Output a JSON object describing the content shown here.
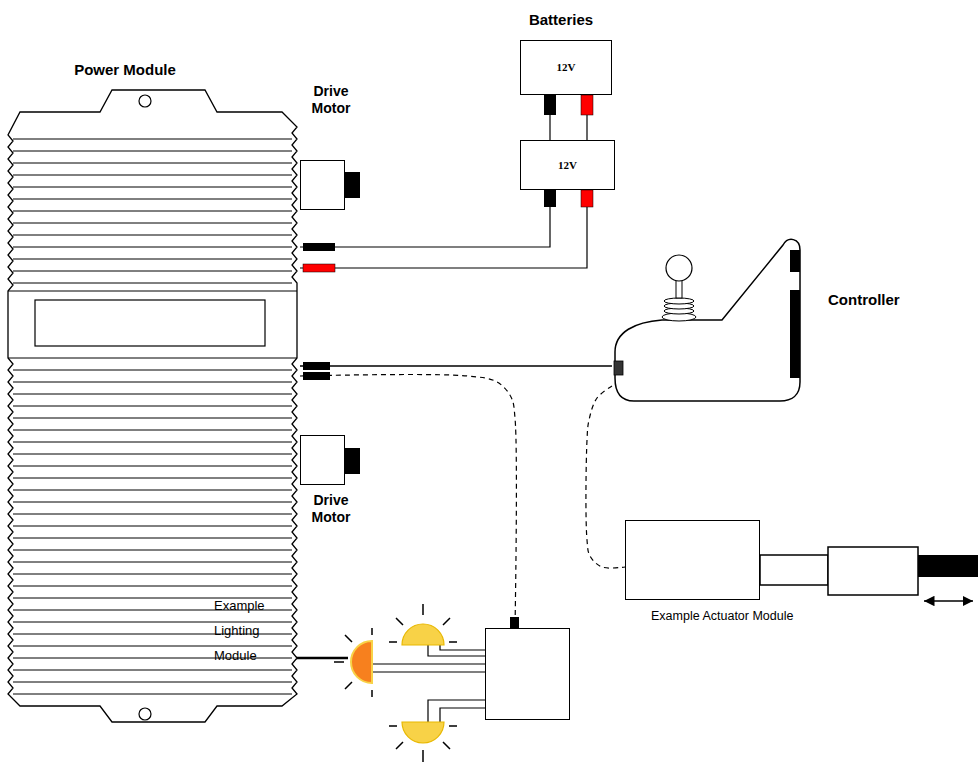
{
  "diagram": {
    "nodes": [
      {
        "text": [
          "Power Module"
        ]
      },
      {
        "text": [
          "Drive Motor"
        ]
      },
      {
        "text": [
          "12V"
        ]
      },
      {
        "text": [
          "12V"
        ]
      },
      {
        "text": [
          "Controller"
        ]
      },
      {
        "text": [
          "Drive Motor"
        ]
      },
      {
        "text": [
          "Example Actuator Module"
        ]
      },
      {
        "text": [
          "Example Lighting Module"
        ]
      }
    ],
    "edges": [
      {
        "from": 2,
        "to": 3,
        "arrow": "none"
      },
      {
        "from": 2,
        "to": 3,
        "arrow": "none"
      },
      {
        "from": 0,
        "to": 3,
        "arrow": "none"
      },
      {
        "from": 0,
        "to": 3,
        "arrow": "none"
      },
      {
        "from": 0,
        "to": 4,
        "arrow": "none"
      },
      {
        "from": 0,
        "to": 7,
        "arrow": "none"
      },
      {
        "from": 4,
        "to": 6,
        "arrow": "none"
      }
    ],
    "labels": [
      "Batteries"
    ]
  }
}
